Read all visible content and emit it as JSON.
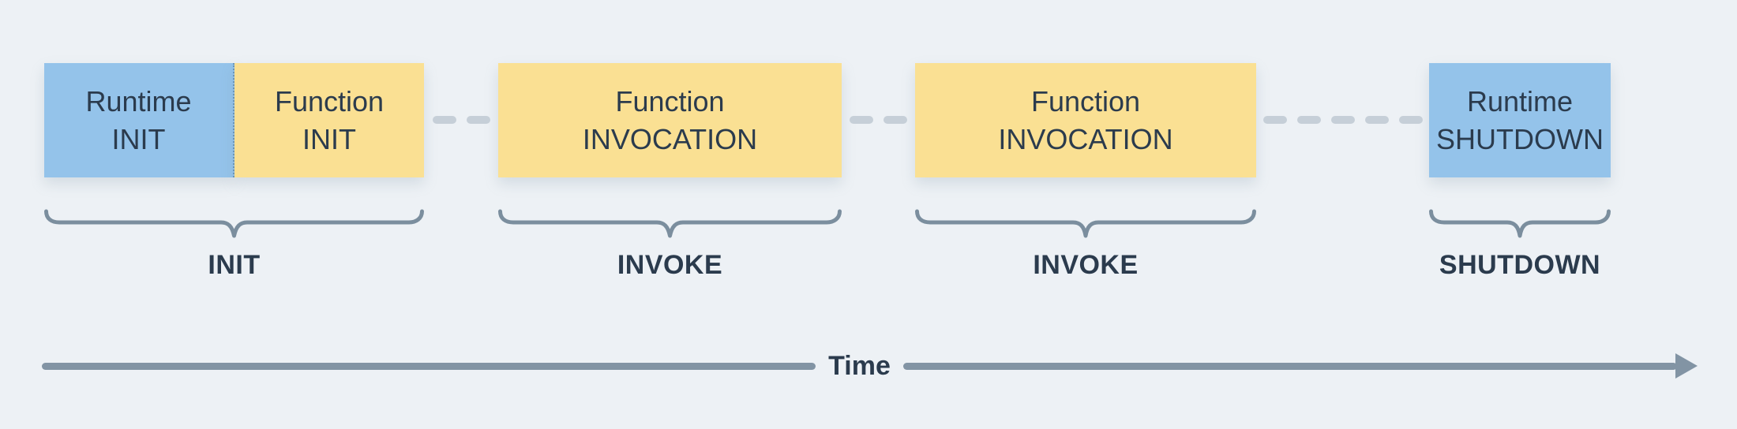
{
  "diagram": {
    "boxes": [
      {
        "name": "runtime-init",
        "line1": "Runtime",
        "line2": "INIT",
        "color": "#94c3ea"
      },
      {
        "name": "function-init",
        "line1": "Function",
        "line2": "INIT",
        "color": "#fae093"
      },
      {
        "name": "function-invocation-1",
        "line1": "Function",
        "line2": "INVOCATION",
        "color": "#fae093"
      },
      {
        "name": "function-invocation-2",
        "line1": "Function",
        "line2": "INVOCATION",
        "color": "#fae093"
      },
      {
        "name": "runtime-shutdown",
        "line1": "Runtime",
        "line2": "SHUTDOWN",
        "color": "#94c3ea"
      }
    ],
    "phase_labels": [
      "INIT",
      "INVOKE",
      "INVOKE",
      "SHUTDOWN"
    ],
    "timeline": {
      "label": "Time"
    },
    "colors": {
      "background": "#edf1f5",
      "box_blue": "#94c3ea",
      "box_yellow": "#fae093",
      "text": "#2b3b4d",
      "brace": "#7b8e9e",
      "axis": "#8294a4",
      "dash": "#c6cfd8"
    }
  }
}
